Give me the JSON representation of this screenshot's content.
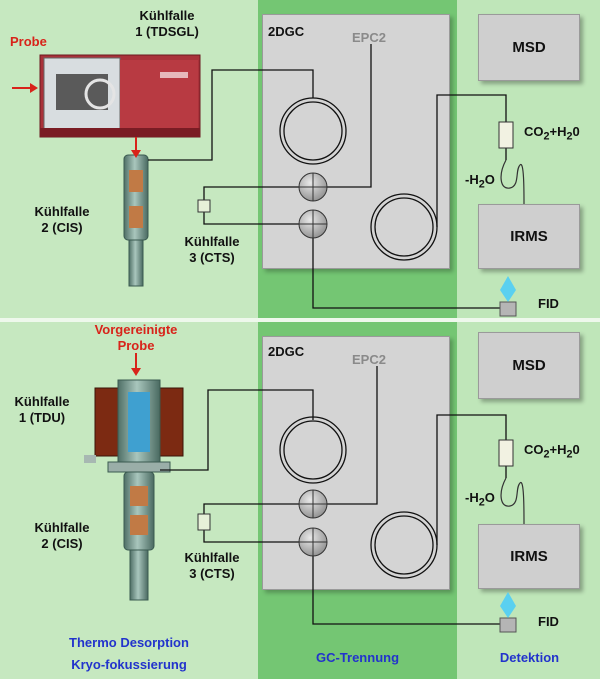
{
  "colors": {
    "left_panel": "#c6e8c0",
    "middle_panel": "#74c673",
    "right_panel": "#bfe6b9",
    "gc_box": "#d4d4d4",
    "label_red": "#d8231a",
    "label_blue": "#2233cc",
    "epc_grey": "#8a8a8a",
    "fid_flame": "#5ad0f0"
  },
  "top": {
    "probe": "Probe",
    "trap1_line1": "Kühlfalle",
    "trap1_line2": "1 (TDSGL)",
    "trap2_line1": "Kühlfalle",
    "trap2_line2": "2 (CIS)",
    "trap3_line1": "Kühlfalle",
    "trap3_line2": "3 (CTS)",
    "gc_label": "2DGC",
    "epc": "EPC2",
    "msd": "MSD",
    "co2_h2o": "CO",
    "co2_sub": "2",
    "co2_tail": "+H",
    "h2o_sub": "2",
    "h2o_tail": "0",
    "minus_h2o": "-H",
    "minus_h2o_sub": "2",
    "minus_h2o_tail": "O",
    "irms": "IRMS",
    "fid": "FID"
  },
  "bottom": {
    "probe_line1": "Vorgereinigte",
    "probe_line2": "Probe",
    "trap1_line1": "Kühlfalle",
    "trap1_line2": "1 (TDU)",
    "trap2_line1": "Kühlfalle",
    "trap2_line2": "2 (CIS)",
    "trap3_line1": "Kühlfalle",
    "trap3_line2": "3 (CTS)",
    "gc_label": "2DGC",
    "epc": "EPC2",
    "msd": "MSD",
    "co2_h2o": "CO",
    "co2_sub": "2",
    "co2_tail": "+H",
    "h2o_sub": "2",
    "h2o_tail": "0",
    "minus_h2o": "-H",
    "minus_h2o_sub": "2",
    "minus_h2o_tail": "O",
    "irms": "IRMS",
    "fid": "FID"
  },
  "footer": {
    "left_line1": "Thermo Desorption",
    "left_line2": "Kryo-fokussierung",
    "middle": "GC-Trennung",
    "right": "Detektion"
  }
}
